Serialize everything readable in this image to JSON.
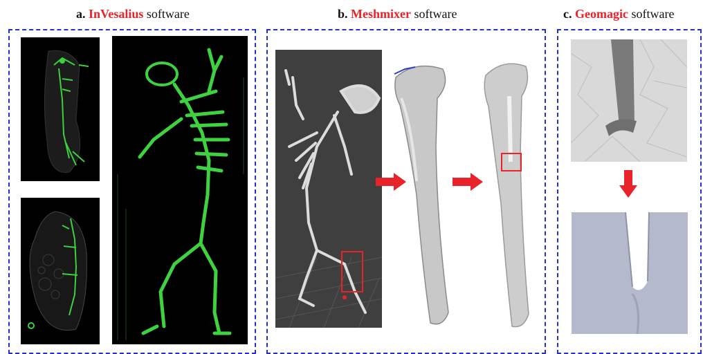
{
  "panels": [
    {
      "prefix": "a.",
      "name": "InVesalius",
      "suffix": "software"
    },
    {
      "prefix": "b.",
      "name": "Meshmixer",
      "suffix": "software"
    },
    {
      "prefix": "c.",
      "name": "Geomagic",
      "suffix": "software"
    }
  ],
  "colors": {
    "accent_red": "#e8232a",
    "dash_blue": "#2430c8",
    "skeleton_green": "#38c83a"
  }
}
